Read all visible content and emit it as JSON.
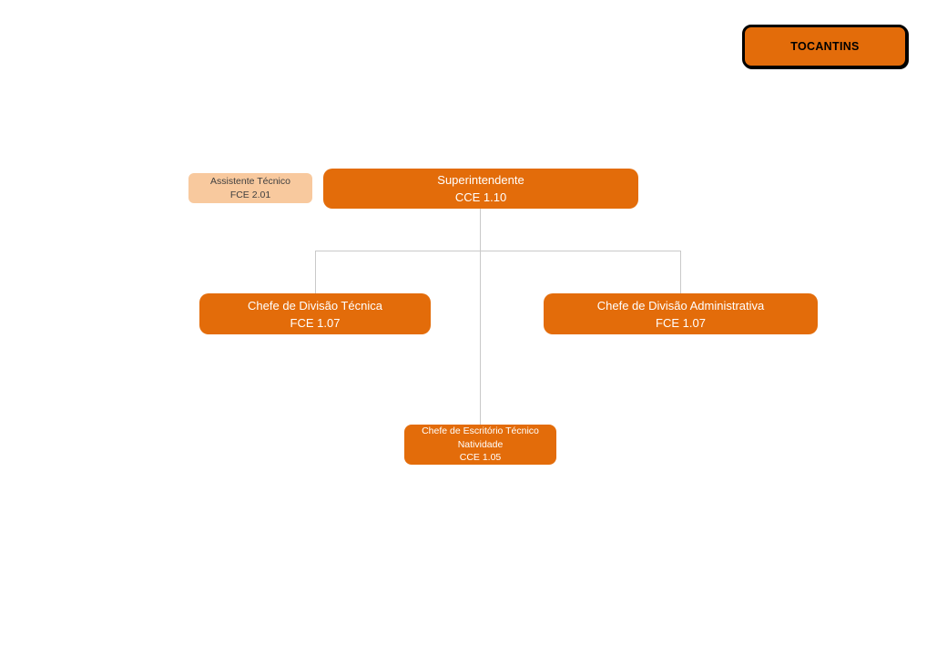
{
  "chart_title": "TOCANTINS",
  "colors": {
    "node_fill": "#E36C0A",
    "node_text": "#FFFFFF",
    "assistant_fill": "#F8C99E",
    "assistant_text": "#3F3F3F",
    "connector": "#C9C9C9",
    "badge_border": "#000000"
  },
  "nodes": {
    "superintendent": {
      "line1": "Superintendente",
      "line2": "CCE 1.10"
    },
    "assistant": {
      "line1": "Assistente Técnico",
      "line2": "FCE 2.01"
    },
    "division_technical": {
      "line1": "Chefe de Divisão Técnica",
      "line2": "FCE 1.07"
    },
    "division_admin": {
      "line1": "Chefe de Divisão Administrativa",
      "line2": "FCE 1.07"
    },
    "office_natividade": {
      "line1": "Chefe de Escritório Técnico",
      "line2": "Natividade",
      "line3": "CCE 1.05"
    }
  },
  "hierarchy": {
    "root": "Superintendente",
    "assistant_of_root": "Assistente Técnico",
    "children_of_root": [
      "Chefe de Divisão Técnica",
      "Chefe de Divisão Administrativa",
      "Chefe de Escritório Técnico Natividade"
    ]
  }
}
